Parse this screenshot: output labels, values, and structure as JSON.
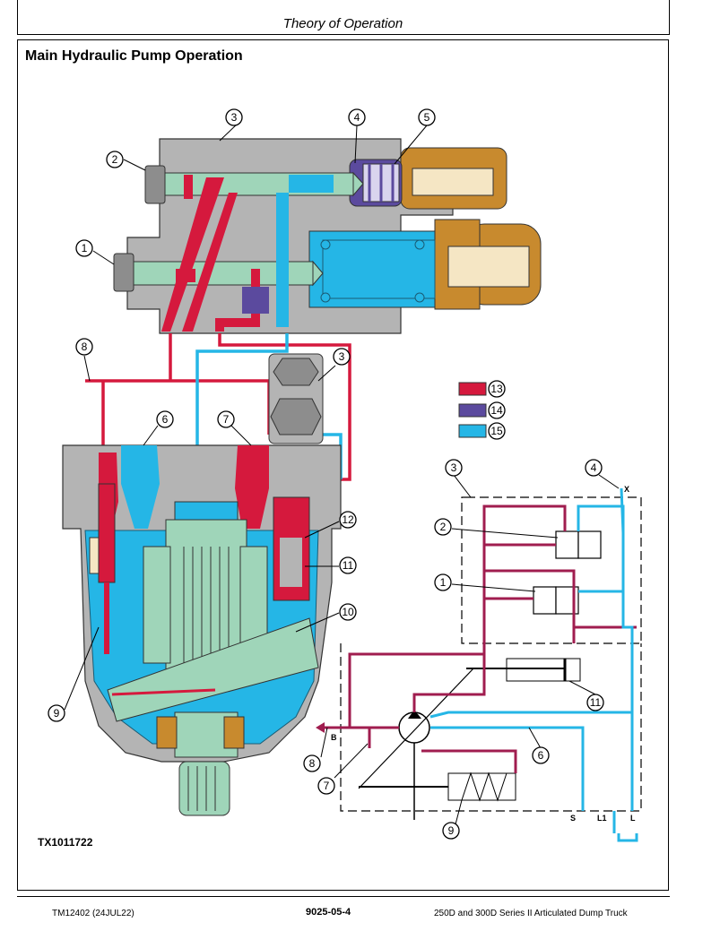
{
  "header": {
    "section_title": "Theory of Operation"
  },
  "figure": {
    "title": "Main Hydraulic Pump Operation",
    "image_id": "TX1011722",
    "callouts": [
      "1",
      "2",
      "3",
      "4",
      "5",
      "6",
      "7",
      "8",
      "9",
      "10",
      "11",
      "12",
      "13",
      "14",
      "15"
    ],
    "legend": [
      {
        "number": "13",
        "color": "#d5193d"
      },
      {
        "number": "14",
        "color": "#5b4a9e"
      },
      {
        "number": "15",
        "color": "#25b6e6"
      }
    ],
    "schematic_ports": {
      "x": "X",
      "b": "B",
      "s": "S",
      "l1": "L1",
      "l": "L"
    }
  },
  "colors": {
    "pressure": "#d5193d",
    "pilot": "#5b4a9e",
    "return": "#25b6e6",
    "housing": "#b4b4b4",
    "component": "#9fd5b9",
    "piston": "#c88a2e",
    "seal": "#f5e6c4"
  },
  "footer": {
    "left": "TM12402 (24JUL22)",
    "center": "9025-05-4",
    "right": "250D and 300D Series II Articulated Dump Truck"
  }
}
